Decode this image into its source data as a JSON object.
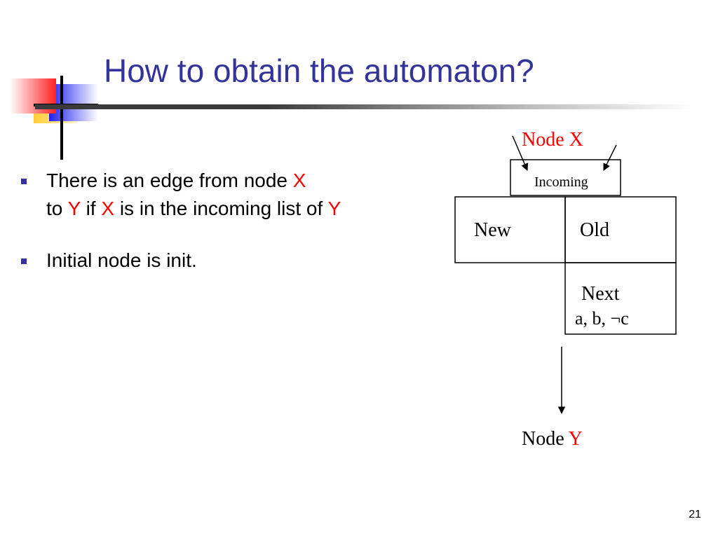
{
  "slide": {
    "title": "How to obtain the automaton?",
    "page_number": "21"
  },
  "bullets": [
    {
      "parts": [
        "There is an edge from node ",
        "X",
        " to ",
        "Y",
        " if ",
        "X",
        " is in the incoming list of ",
        "Y"
      ]
    },
    {
      "text": "Initial node is init."
    }
  ],
  "diagram": {
    "node_x_label": "Node ",
    "node_x_var": "X",
    "incoming_label": "Incoming",
    "new_label": "New",
    "old_label": "Old",
    "next_label": "Next",
    "next_value": "a, b, ¬c",
    "node_y_label": "Node ",
    "node_y_var": "Y"
  },
  "colors": {
    "title": "#333399",
    "highlight": "#ff0000",
    "text": "#000000"
  }
}
